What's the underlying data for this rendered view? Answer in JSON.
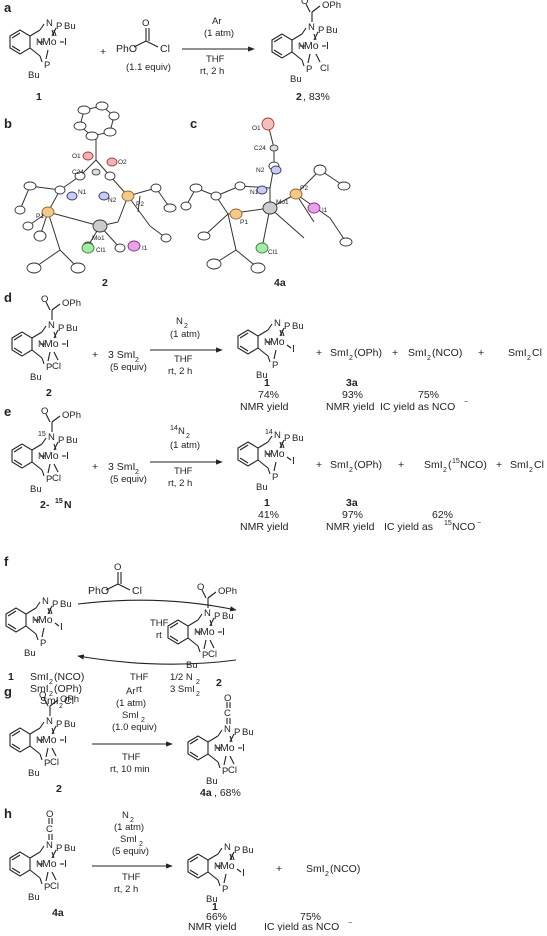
{
  "panels": {
    "a": {
      "label": "a",
      "reagent": "PhO",
      "reagent_cl": "Cl",
      "reagent_equiv": "(1.1 equiv)",
      "cond_top": [
        "Ar",
        "(1 atm)"
      ],
      "cond_bottom": [
        "THF",
        "rt, 2 h"
      ],
      "sm_label": "1",
      "prod_label": "2",
      "prod_yield": ", 83%",
      "prod_top": "OPh"
    },
    "b": {
      "label": "b",
      "caption": "2",
      "atoms": [
        "O1",
        "O2",
        "C24",
        "N1",
        "N2",
        "P1",
        "P2",
        "Mo1",
        "Cl1",
        "I1"
      ]
    },
    "c": {
      "label": "c",
      "caption": "4a",
      "atoms": [
        "O1",
        "C24",
        "N2",
        "N1",
        "Mo1",
        "P1",
        "P2",
        "I1",
        "Cl1"
      ]
    },
    "d": {
      "label": "d",
      "sm_label": "2",
      "reagent": "3 SmI",
      "reagent_equiv": "(5 equiv)",
      "cond_top": [
        "N",
        "(1 atm)"
      ],
      "cond_bottom": [
        "THF",
        "rt, 2 h"
      ],
      "p1_label": "1",
      "p1_yield": "74%",
      "p1_note": "NMR yield",
      "p2": "SmI",
      "p2_tail": "(OPh)",
      "p2_label": "3a",
      "p2_yield": "93%",
      "p2_note": "NMR yield",
      "p3": "SmI",
      "p3_tail": "(NCO)",
      "p3_yield": "75%",
      "p3_note": "IC yield as NCO",
      "p4": "SmI",
      "p4_tail": "Cl"
    },
    "e": {
      "label": "e",
      "sm_label": "2-",
      "sm_iso": "15",
      "sm_iso_el": "N",
      "reagent": "3 SmI",
      "reagent_equiv": "(5 equiv)",
      "cond_top_iso": "14",
      "cond_top": [
        "N",
        "(1 atm)"
      ],
      "cond_bottom": [
        "THF",
        "rt, 2 h"
      ],
      "p1_label": "1",
      "p1_yield": "41%",
      "p1_note": "NMR yield",
      "p2": "SmI",
      "p2_tail": "(OPh)",
      "p2_label": "3a",
      "p2_yield": "97%",
      "p2_note": "NMR yield",
      "p3": "SmI",
      "p3_tail": "NCO)",
      "p3_iso": "15",
      "p3_yield": "62%",
      "p3_note": "IC yield as",
      "p3_note_tail": "NCO",
      "p4": "SmI",
      "p4_tail": "Cl"
    },
    "f": {
      "label": "f",
      "reagent": "PhO",
      "reagent_cl": "Cl",
      "fwd": [
        "THF",
        "rt"
      ],
      "rev": [
        "THF",
        "rt"
      ],
      "rev_reagents": [
        "1/2 N",
        "3 SmI"
      ],
      "left_label": "1",
      "left_byproducts": [
        "SmI",
        "SmI",
        "SmI"
      ],
      "left_byproduct_tails": [
        "(NCO)",
        "(OPh)",
        "Cl"
      ],
      "right_label": "2"
    },
    "g": {
      "label": "g",
      "sm_label": "2",
      "cond_top": [
        "Ar",
        "(1 atm)",
        "SmI",
        "(1.0 equiv)"
      ],
      "cond_bottom": [
        "THF",
        "rt, 10 min"
      ],
      "prod_label": "4a",
      "prod_yield": ", 68%"
    },
    "h": {
      "label": "h",
      "sm_label": "4a",
      "cond_top": [
        "N",
        "(1 atm)",
        "SmI",
        "(5 equiv)"
      ],
      "cond_bottom": [
        "THF",
        "rt, 2 h"
      ],
      "p1_label": "1",
      "p1_yield": "66%",
      "p1_note": "NMR yield",
      "p2": "SmI",
      "p2_tail": "(NCO)",
      "p2_yield": "75%",
      "p2_note": "IC yield as NCO"
    }
  },
  "chem": {
    "Mo": "Mo",
    "I": "I",
    "N": "N",
    "P": "P",
    "Cl": "Cl",
    "tBu2": "Bu",
    "t": "t",
    "two": "2",
    "O": "O",
    "C": "C",
    "OPh": "OPh",
    "plus": "+",
    "minus": "−"
  }
}
